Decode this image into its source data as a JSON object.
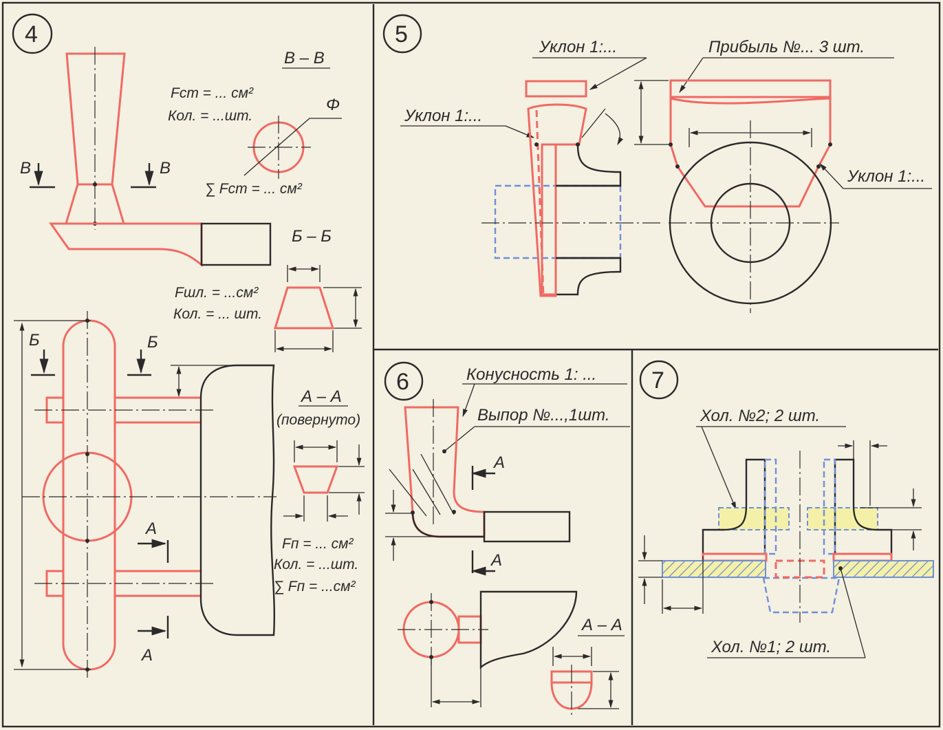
{
  "panel4": {
    "number": "4",
    "section_vv": "В – В",
    "fst_line": "Fст = ...  см²",
    "kol_line1": "Кол. = ...шт.",
    "phi": "Φ",
    "sum_fst": "∑ Fст = ...  см²",
    "label_v": "В",
    "section_bb": "Б – Б",
    "fshl_line": "Fшл. = ...см²",
    "kol_line2": "Кол. = ... шт.",
    "label_b": "Б",
    "section_aa": "А – А",
    "rotated": "(повернуто)",
    "label_a": "А",
    "fp_line": "Fп = ...  см²",
    "kol_line3": "Кол. = ...шт.",
    "sum_fp": "∑ Fп = ...см²"
  },
  "panel5": {
    "number": "5",
    "slope_top": "Уклон 1:...",
    "slope_left": "Уклон 1:...",
    "riser": "Прибыль №... 3 шт.",
    "slope_right": "Уклон 1:..."
  },
  "panel6": {
    "number": "6",
    "taper": "Конусность 1: ...",
    "boss": "Выпор №...,1шт.",
    "label_a": "А",
    "section_aa": "А – А"
  },
  "panel7": {
    "number": "7",
    "chill2": "Хол. №2;  2 шт.",
    "chill1": "Хол. №1;  2 шт."
  },
  "colors": {
    "paper": "#f4f0e2",
    "ink": "#2a2a2a",
    "pattern": "#ef6a63",
    "core": "#6f8fd6",
    "chill": "#f5f0a8"
  }
}
